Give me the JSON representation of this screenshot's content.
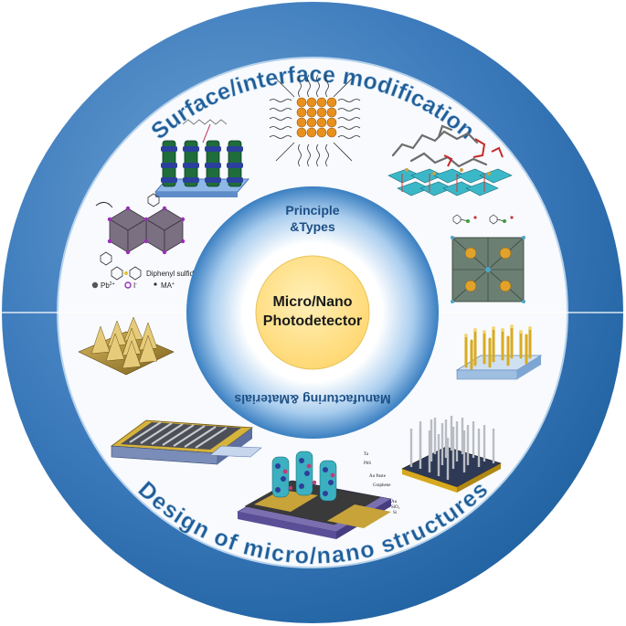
{
  "diagram": {
    "outer_ring_top_text": "Surface/interface modification",
    "outer_ring_bottom_text": "Design of micro/nano structures",
    "middle_ring_top_line1": "Principle",
    "middle_ring_top_line2": "&Types",
    "middle_ring_bottom_text": "Manufacturing &Materials",
    "center_line1": "Micro/Nano",
    "center_line2": "Photodetector",
    "colors": {
      "outer_ring_dark": "#1d5f9e",
      "outer_ring_light": "#6fa4d4",
      "inner_disc": "#f7f9fc",
      "middle_ring_dark": "#3a7fc1",
      "middle_ring_light": "#dcebf8",
      "center_fill": "#ffe08a",
      "ring_text": "#1f5d97"
    },
    "inset_labels": {
      "diphenyl_sulfide": "Diphenyl sulfide",
      "legend_pb": "Pb",
      "legend_pb_sup": "2+",
      "legend_i": "I",
      "legend_i_sup": "-",
      "legend_ma": "MA",
      "legend_ma_sup": "+",
      "layer_labels": [
        "Ta",
        "PbS",
        "Au Paste",
        "Graphene",
        "Au",
        "SiO₂",
        "Si"
      ]
    },
    "icons": [
      "pillar-array-icon",
      "ligand-nanocrystal-icon",
      "molecule-surface-icon",
      "perovskite-octahedra-icon",
      "perovskite-cage-icon",
      "pyramid-array-icon",
      "nanowire-array-icon",
      "grating-device-icon",
      "nanorod-forest-icon",
      "quantum-dot-graphene-icon"
    ]
  }
}
